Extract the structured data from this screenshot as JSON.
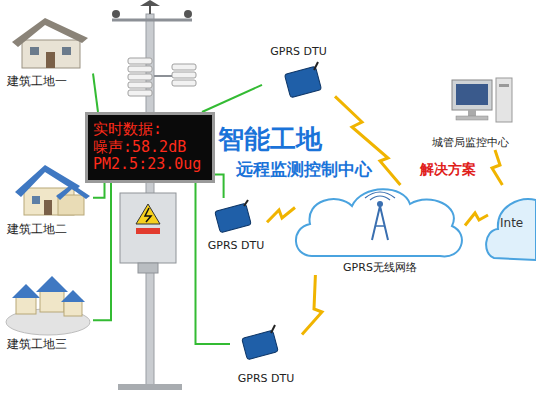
{
  "diagram": {
    "nodes": [
      {
        "text": [
          "建筑工地一"
        ]
      },
      {
        "text": [
          "建筑工地二"
        ]
      },
      {
        "text": [
          "建筑工地三"
        ]
      },
      {
        "text": [
          "实时数据:",
          "噪声:58.2dB",
          "PM2.5:23.0ug"
        ]
      },
      {
        "text": [
          "GPRS DTU"
        ]
      },
      {
        "text": [
          "GPRS DTU"
        ]
      },
      {
        "text": [
          "GPRS DTU"
        ]
      },
      {
        "text": [
          "GPRS无线网络"
        ]
      },
      {
        "text": [
          "城管局监控中心"
        ]
      },
      {
        "text": [
          "Inte"
        ]
      }
    ],
    "edges": [
      {
        "from": 0,
        "to": 3,
        "arrow": "none"
      },
      {
        "from": 1,
        "to": 3,
        "arrow": "none"
      },
      {
        "from": 2,
        "to": 3,
        "arrow": "none"
      },
      {
        "from": 3,
        "to": 4,
        "arrow": "none"
      },
      {
        "from": 3,
        "to": 5,
        "arrow": "none"
      },
      {
        "from": 3,
        "to": 6,
        "arrow": "none"
      },
      {
        "from": 4,
        "to": 7,
        "arrow": "none"
      },
      {
        "from": 5,
        "to": 7,
        "arrow": "none"
      },
      {
        "from": 6,
        "to": 7,
        "arrow": "none"
      },
      {
        "from": 7,
        "to": 9,
        "arrow": "none"
      },
      {
        "from": 9,
        "to": 8,
        "arrow": "none"
      }
    ],
    "labels": [
      "智能工地",
      "远程监测控制中心",
      "解决方案"
    ]
  }
}
